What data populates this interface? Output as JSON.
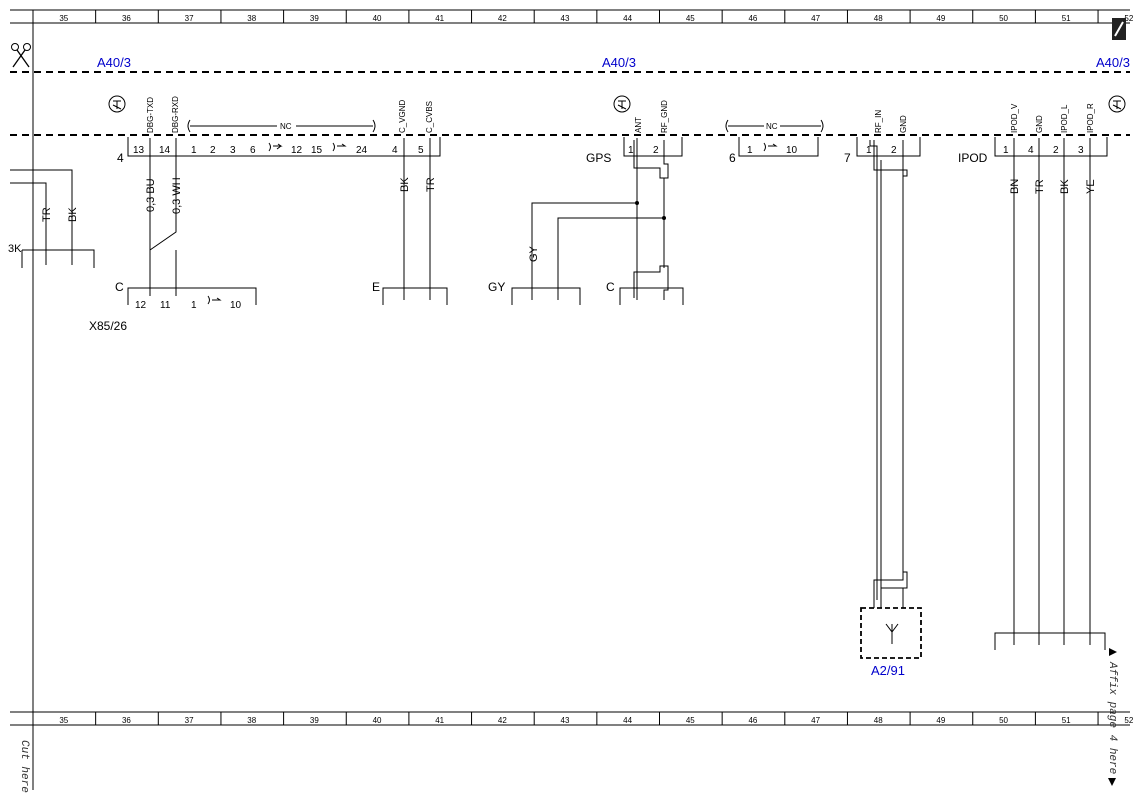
{
  "columns": [
    "35",
    "36",
    "37",
    "38",
    "39",
    "40",
    "41",
    "42",
    "43",
    "44",
    "45",
    "46",
    "47",
    "48",
    "49",
    "50",
    "51",
    "52"
  ],
  "component_labels": {
    "a40_left": "A40/3",
    "a40_mid": "A40/3",
    "a40_right": "A40/3",
    "a2_91": "A2/91",
    "x85_26": "X85/26"
  },
  "connector4": {
    "number": "4",
    "pins": [
      "13",
      "14",
      "1",
      "2",
      "3",
      "6",
      "12",
      "15",
      "24",
      "4",
      "5"
    ],
    "pin_names": [
      "DBG-TXD",
      "DBG-RXD",
      "C_VGND",
      "C_CVBS"
    ],
    "nc": "NC"
  },
  "connector_gps": {
    "name": "GPS",
    "pins": [
      "1",
      "2"
    ],
    "pin_names": [
      "ANT",
      "RF_GND"
    ]
  },
  "connector6": {
    "number": "6",
    "pins": [
      "1",
      "10"
    ],
    "nc": "NC"
  },
  "connector7": {
    "number": "7",
    "pins": [
      "1",
      "2"
    ],
    "pin_names": [
      "RF_IN",
      "GND"
    ]
  },
  "connector_ipod": {
    "name": "IPOD",
    "pins": [
      "1",
      "4",
      "2",
      "3"
    ],
    "pin_names": [
      "IPOD_V",
      "GND",
      "IPOD_L",
      "IPOD_R"
    ]
  },
  "wires": {
    "bu": "0,3 BU",
    "wh": "0,3 WH",
    "bk": "BK",
    "tr": "TR",
    "gy": "GY",
    "bn": "BN",
    "ye": "YE",
    "left_tr": "TR",
    "left_bk": "BK",
    "left_bk_cut": "3K"
  },
  "lower_connectors": {
    "c_left": "C",
    "c_left_pins": [
      "12",
      "11",
      "1",
      "10"
    ],
    "e": "E",
    "gy": "GY",
    "c_mid": "C"
  },
  "margin_notes": {
    "cut_here": "Cut here",
    "affix": "Affix page 4 here"
  }
}
